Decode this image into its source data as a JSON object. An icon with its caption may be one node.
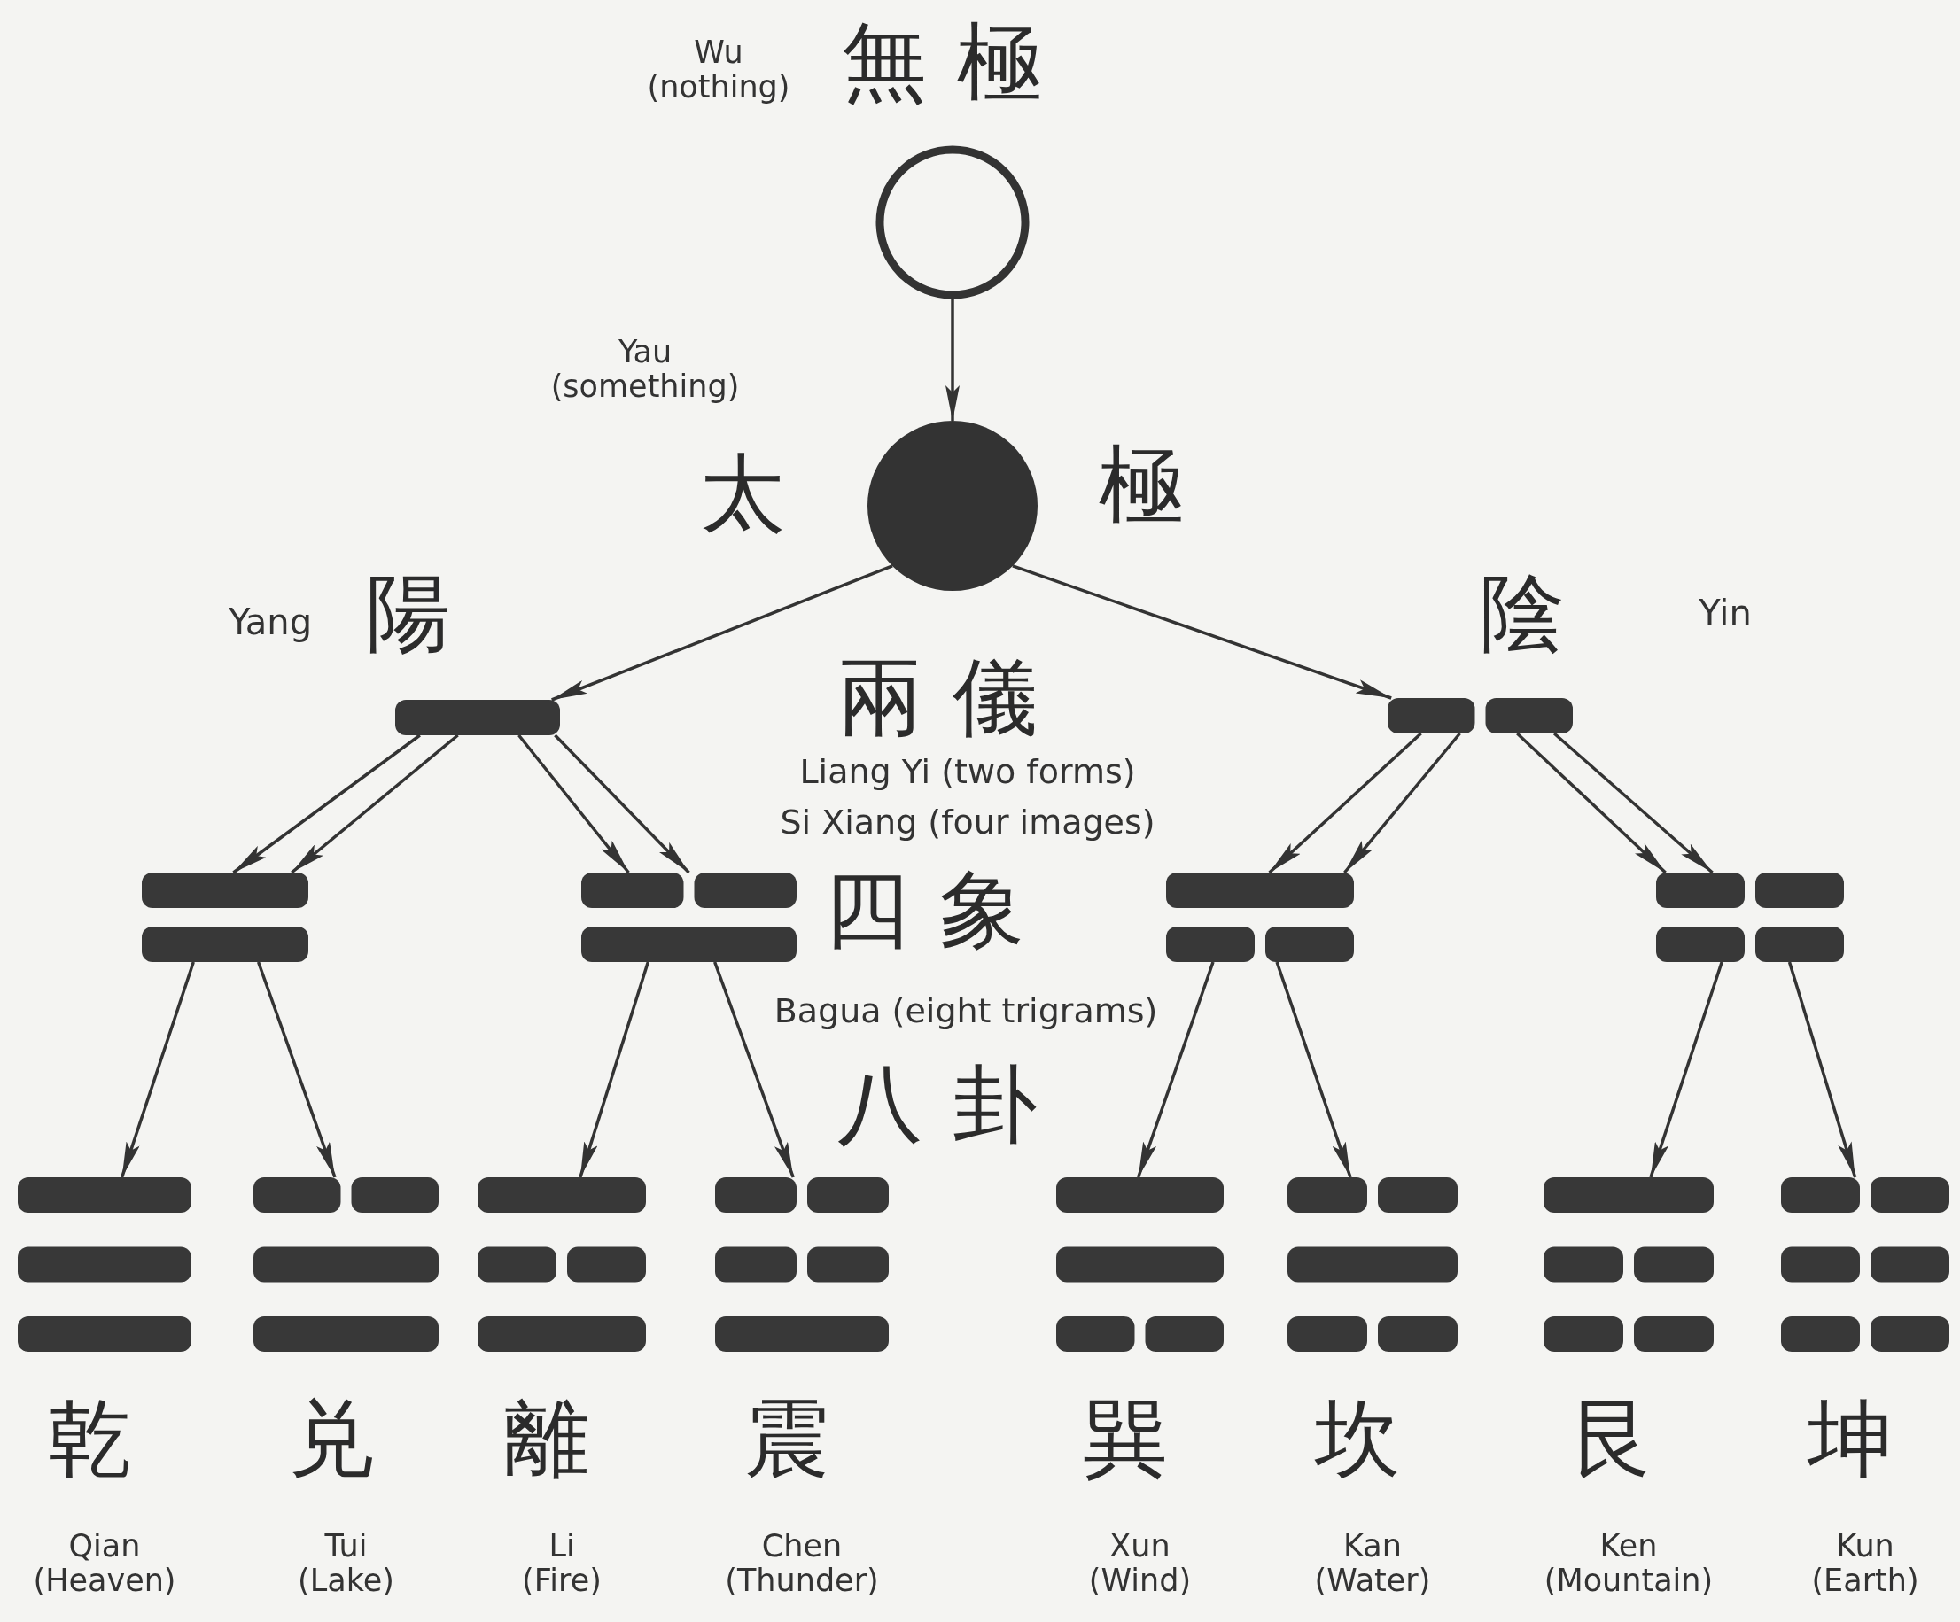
{
  "diagram": {
    "nodes": [
      {
        "text": [],
        "shape": "circle",
        "beside": [
          "Wu (nothing)",
          "無極"
        ]
      },
      {
        "text": [],
        "shape": "disc",
        "beside": [
          "Yau (something)",
          "太",
          "極"
        ]
      },
      {
        "text": [],
        "shape": "bars",
        "beside": [
          "Yang",
          "陽"
        ]
      },
      {
        "text": [],
        "shape": "bars",
        "beside": [
          "陰",
          "Yin"
        ]
      },
      {
        "text": [],
        "shape": "bars"
      },
      {
        "text": [],
        "shape": "bars"
      },
      {
        "text": [],
        "shape": "bars"
      },
      {
        "text": [],
        "shape": "bars"
      },
      {
        "text": [],
        "shape": "bars",
        "beside": [
          "乾",
          "Qian (Heaven)"
        ]
      },
      {
        "text": [],
        "shape": "bars",
        "beside": [
          "兑",
          "Tui (Lake)"
        ]
      },
      {
        "text": [],
        "shape": "bars",
        "beside": [
          "離",
          "Li (Fire)"
        ]
      },
      {
        "text": [],
        "shape": "bars",
        "beside": [
          "震",
          "Chen (Thunder)"
        ]
      },
      {
        "text": [],
        "shape": "bars",
        "beside": [
          "巽",
          "Xun (Wind)"
        ]
      },
      {
        "text": [],
        "shape": "bars",
        "beside": [
          "坎",
          "Kan (Water)"
        ]
      },
      {
        "text": [],
        "shape": "bars",
        "beside": [
          "艮",
          "Ken (Mountain)"
        ]
      },
      {
        "text": [],
        "shape": "bars",
        "beside": [
          "坤",
          "Kun (Earth)"
        ]
      }
    ],
    "edges": [
      {
        "from": 0,
        "to": 1,
        "arrow": "to"
      },
      {
        "from": 1,
        "to": 2,
        "arrow": "to"
      },
      {
        "from": 1,
        "to": 3,
        "arrow": "to"
      },
      {
        "from": 2,
        "to": 4,
        "arrow": "to"
      },
      {
        "from": 2,
        "to": 4,
        "arrow": "to"
      },
      {
        "from": 2,
        "to": 5,
        "arrow": "to"
      },
      {
        "from": 2,
        "to": 5,
        "arrow": "to"
      },
      {
        "from": 3,
        "to": 6,
        "arrow": "to"
      },
      {
        "from": 3,
        "to": 6,
        "arrow": "to"
      },
      {
        "from": 3,
        "to": 7,
        "arrow": "to"
      },
      {
        "from": 3,
        "to": 7,
        "arrow": "to"
      },
      {
        "from": 4,
        "to": 8,
        "arrow": "to"
      },
      {
        "from": 4,
        "to": 9,
        "arrow": "to"
      },
      {
        "from": 5,
        "to": 10,
        "arrow": "to"
      },
      {
        "from": 5,
        "to": 11,
        "arrow": "to"
      },
      {
        "from": 6,
        "to": 12,
        "arrow": "to"
      },
      {
        "from": 6,
        "to": 13,
        "arrow": "to"
      },
      {
        "from": 7,
        "to": 14,
        "arrow": "to"
      },
      {
        "from": 7,
        "to": 15,
        "arrow": "to"
      }
    ],
    "labels": [
      "兩儀",
      "Liang Yi (two forms)",
      "Si Xiang (four images)",
      "四象",
      "Bagua (eight trigrams)",
      "八卦"
    ]
  }
}
